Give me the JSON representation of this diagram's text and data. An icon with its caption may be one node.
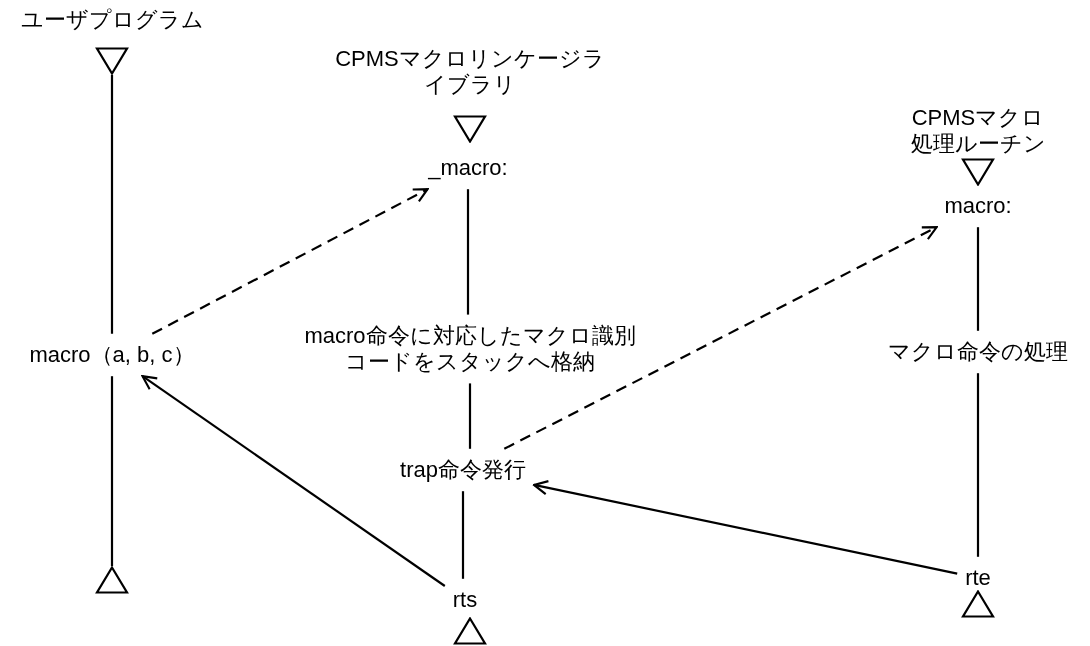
{
  "diagram": {
    "nodes": [
      {
        "text": [],
        "shape": "triangle"
      },
      {
        "text": [
          "macro（a, b, c）"
        ]
      },
      {
        "text": [],
        "shape": "triangle"
      },
      {
        "text": [],
        "shape": "triangle"
      },
      {
        "text": [
          "_macro:"
        ]
      },
      {
        "text": [
          "macro命令に対応したマクロ識別コードをスタックへ格納"
        ]
      },
      {
        "text": [
          "trap命令発行"
        ]
      },
      {
        "text": [
          "rts"
        ]
      },
      {
        "text": [],
        "shape": "triangle"
      },
      {
        "text": [],
        "shape": "triangle"
      },
      {
        "text": [
          "macro:"
        ]
      },
      {
        "text": [
          "マクロ命令の処理"
        ]
      },
      {
        "text": [
          "rte"
        ]
      },
      {
        "text": [],
        "shape": "triangle"
      }
    ],
    "edges": [
      {
        "from": 0,
        "to": 1,
        "arrow": "none"
      },
      {
        "from": 1,
        "to": 2,
        "arrow": "none"
      },
      {
        "from": 4,
        "to": 5,
        "arrow": "none"
      },
      {
        "from": 5,
        "to": 6,
        "arrow": "none"
      },
      {
        "from": 6,
        "to": 7,
        "arrow": "none"
      },
      {
        "from": 10,
        "to": 11,
        "arrow": "none"
      },
      {
        "from": 11,
        "to": 12,
        "arrow": "none"
      },
      {
        "from": 1,
        "to": 4,
        "arrow": "to",
        "style": "dashed"
      },
      {
        "from": 6,
        "to": 10,
        "arrow": "to",
        "style": "dashed"
      },
      {
        "from": 7,
        "to": 1,
        "arrow": "to"
      },
      {
        "from": 12,
        "to": 6,
        "arrow": "to"
      }
    ],
    "labels": [
      "ユーザプログラム",
      "CPMSマクロリンケージライブラリ",
      "CPMSマクロ処理ルーチン"
    ]
  }
}
